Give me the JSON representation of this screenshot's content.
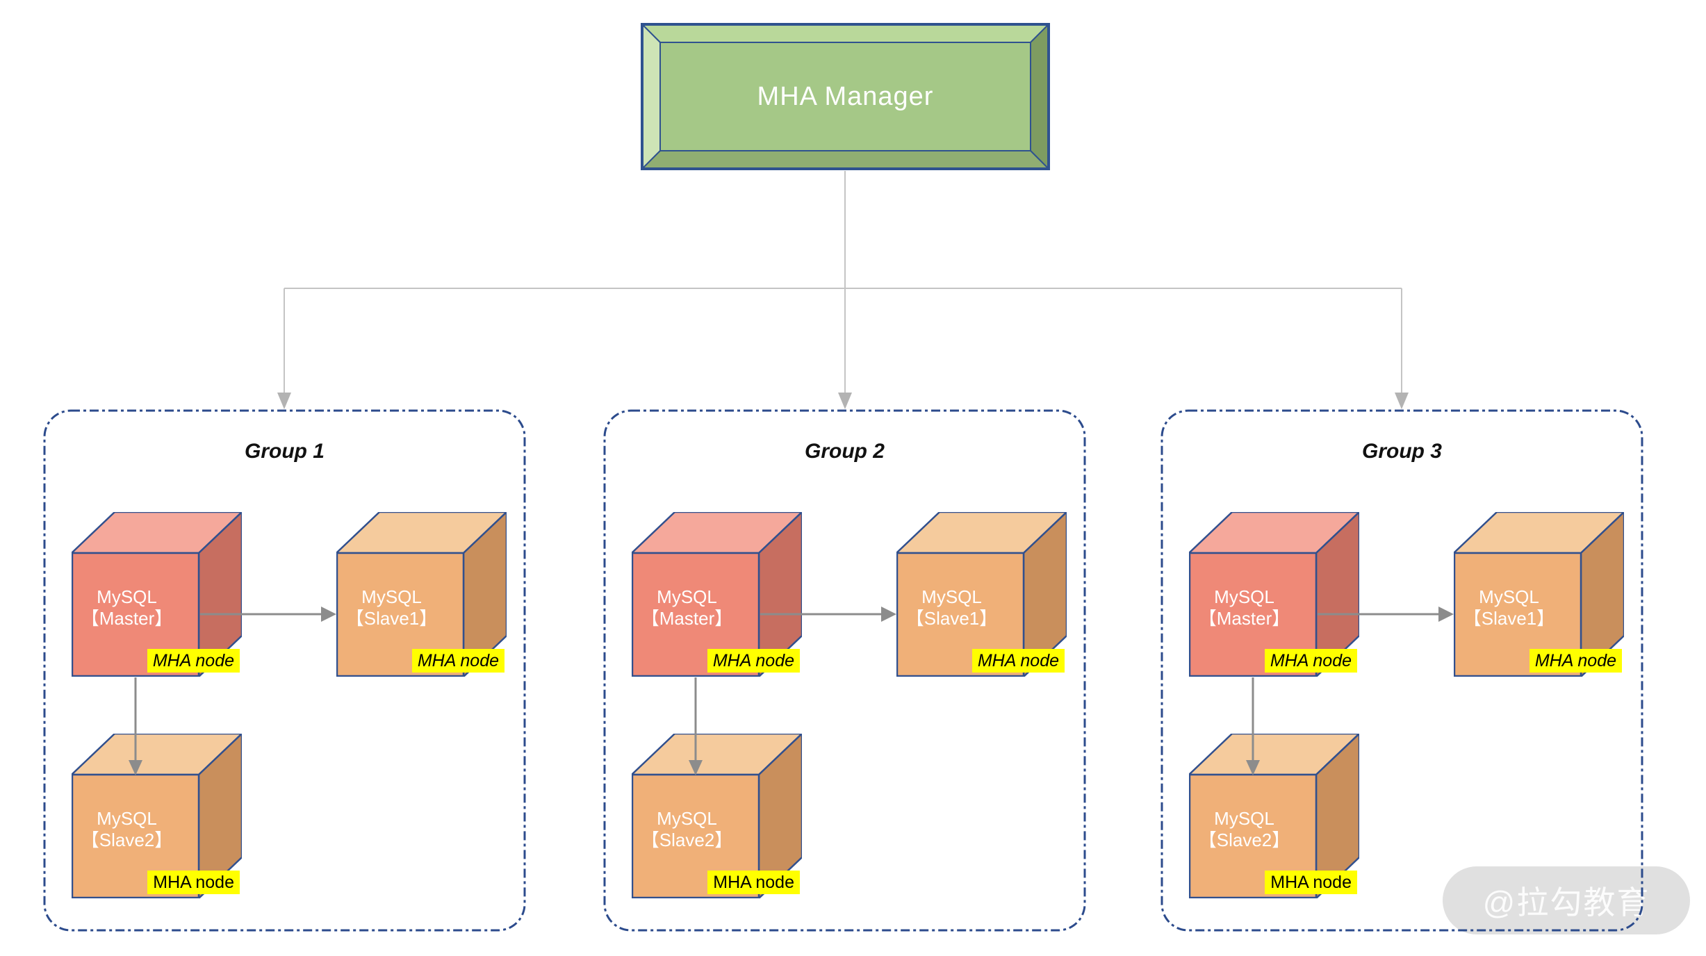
{
  "manager": {
    "label": "MHA Manager"
  },
  "watermark": {
    "text": "@拉勾教育"
  },
  "badge_text": "MHA node",
  "groups": [
    {
      "title": "Group 1",
      "nodes": [
        {
          "line1": "MySQL",
          "line2": "【Master】",
          "badge": "MHA node"
        },
        {
          "line1": "MySQL",
          "line2": "【Slave1】",
          "badge": "MHA node"
        },
        {
          "line1": "MySQL",
          "line2": "【Slave2】",
          "badge": "MHA node"
        }
      ]
    },
    {
      "title": "Group 2",
      "nodes": [
        {
          "line1": "MySQL",
          "line2": "【Master】",
          "badge": "MHA node"
        },
        {
          "line1": "MySQL",
          "line2": "【Slave1】",
          "badge": "MHA node"
        },
        {
          "line1": "MySQL",
          "line2": "【Slave2】",
          "badge": "MHA node"
        }
      ]
    },
    {
      "title": "Group 3",
      "nodes": [
        {
          "line1": "MySQL",
          "line2": "【Master】",
          "badge": "MHA node"
        },
        {
          "line1": "MySQL",
          "line2": "【Slave1】",
          "badge": "MHA node"
        },
        {
          "line1": "MySQL",
          "line2": "【Slave2】",
          "badge": "MHA node"
        }
      ]
    }
  ],
  "colors": {
    "master_front": "#EF8977",
    "master_top": "#F5A89B",
    "master_side": "#C76E60",
    "slave_front": "#F0B078",
    "slave_top": "#F5CB9D",
    "slave_side": "#C98F5C",
    "cube_border": "#31508E",
    "group_border": "#2C4B8C",
    "green_face": "#A5C887",
    "green_top": "#B9D89A",
    "green_left": "#CEE4B6",
    "green_right": "#7E9C61",
    "green_bottom": "#90AE72",
    "green_border": "#2F528F",
    "badge_bg": "#FFFF00",
    "tree_line": "#C4C4C4",
    "tree_arrow": "#B3B3B3",
    "repl_arrow": "#8C8C8C"
  }
}
